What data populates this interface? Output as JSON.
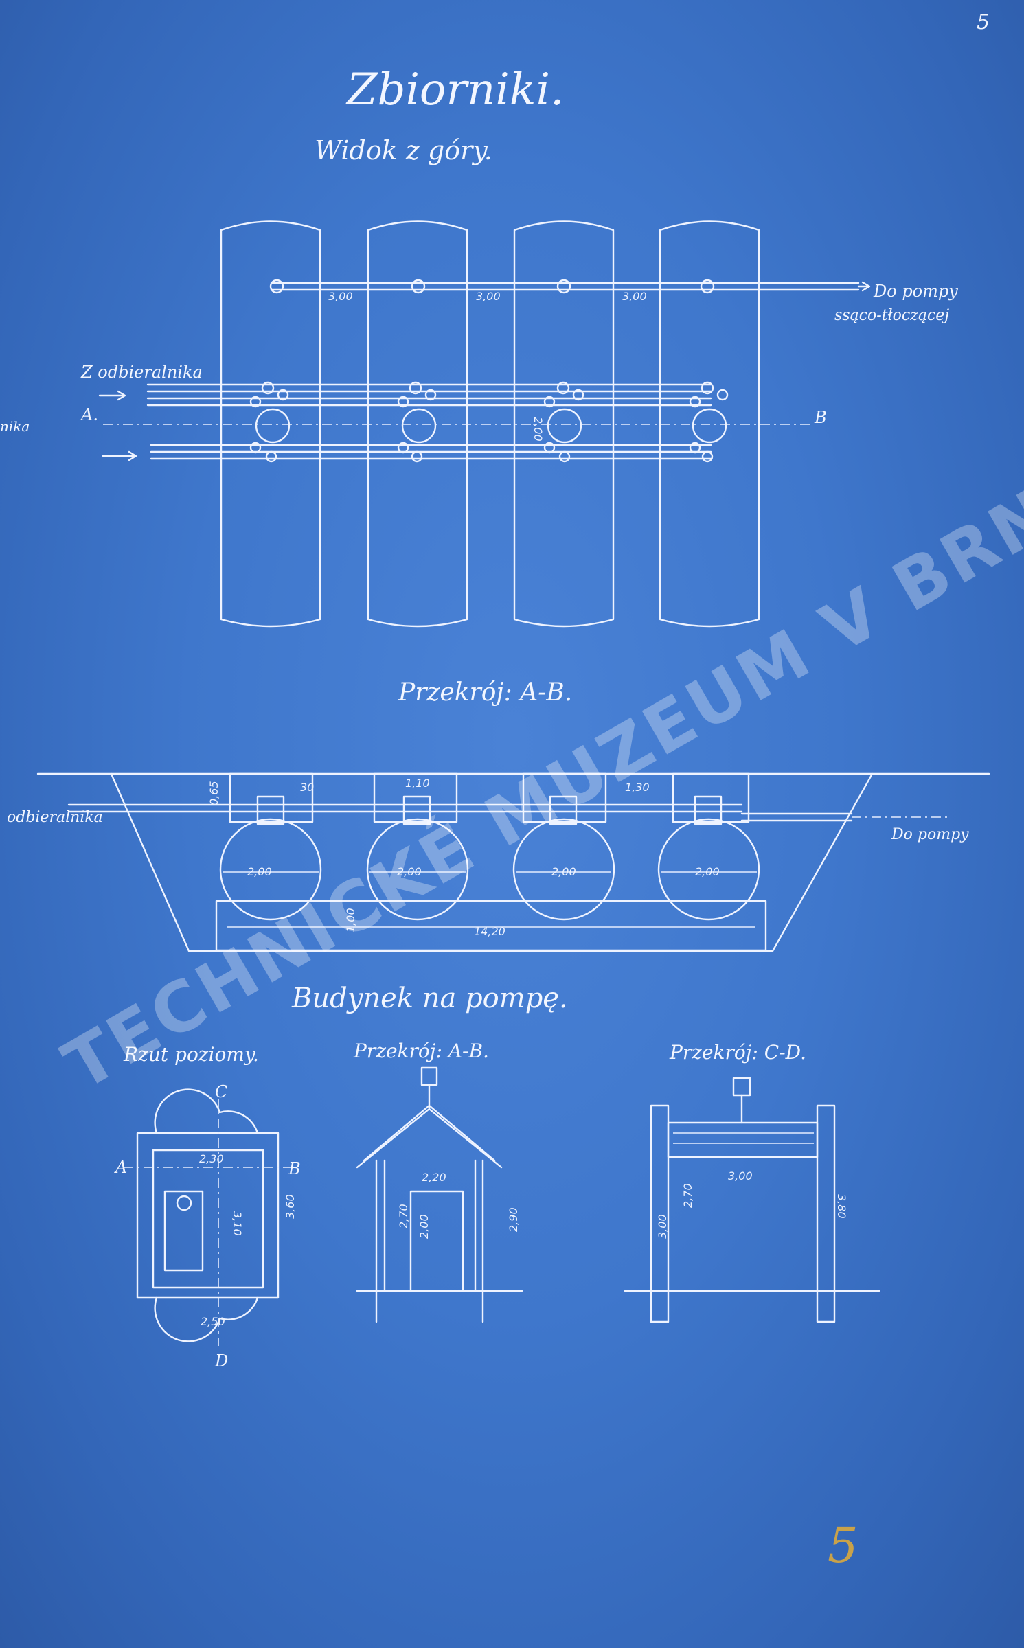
{
  "sheet": {
    "page_number": "5",
    "page_number_pencil": "5",
    "title": "Zbiorniki.",
    "subtitle": "Widok z góry."
  },
  "top_view": {
    "label_in": "Z odbieralnika",
    "label_out_1": "Do pompy",
    "label_out_2": "ssąco-tłoczącej",
    "label_left_edge": "nika",
    "section_a": "A.",
    "section_b": "B",
    "dims": [
      "3,00",
      "3,00",
      "3,00"
    ],
    "dim_vertical": "2,00"
  },
  "section_ab": {
    "title": "Przekrój: A-B.",
    "label_in": "odbieralnika",
    "label_out": "Do pompy",
    "dims": [
      "2,00",
      "2,00",
      "2,00",
      "2,00"
    ],
    "dim_top_1": "1,10",
    "dim_top_2": "1,30",
    "dim_30": "30",
    "dim_depth": "0,65",
    "dim_foundation": "1,00",
    "dim_total": "14,20"
  },
  "building": {
    "title": "Budynek na pompę.",
    "plan": {
      "title": "Rzut poziomy.",
      "a": "A",
      "b": "B",
      "c": "C",
      "d": "D",
      "dim_width": "2,30",
      "dim_depth": "3,60",
      "dim_inner": "3,10",
      "dim_bottom": "2,50"
    },
    "section_ab": {
      "title": "Przekrój: A-B.",
      "dim_width": "2,20",
      "dim_height_1": "2,70",
      "dim_door": "2,00",
      "dim_height_2": "2,90"
    },
    "section_cd": {
      "title": "Przekrój: C-D.",
      "dim_width": "3,00",
      "dim_h1": "3,00",
      "dim_h2": "2,70",
      "dim_h3": "3,80"
    }
  },
  "watermark": "TECHNICKÉ MUZEUM V BRNĚ",
  "colors": {
    "paper": "#3f77cc",
    "ink": "#eef3ff",
    "pencil": "#c9a24a"
  }
}
